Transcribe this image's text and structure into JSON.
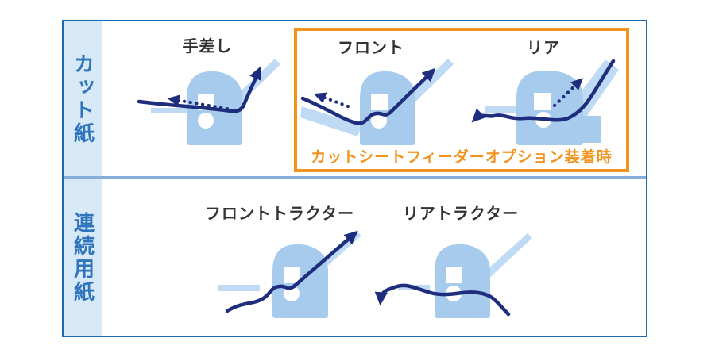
{
  "colors": {
    "frame_blue": "#1A6AB5",
    "divider_blue": "#85AED8",
    "sidebar_bg": "#D7E8F7",
    "sidebar_text": "#2E75BE",
    "accent_orange": "#F1931D",
    "printer_body": "#A6CBEC",
    "printer_tray": "#BFDAF4",
    "path_navy": "#1F2D7E",
    "label_text": "#333333",
    "background": "#FFFFFF"
  },
  "sidebar": {
    "cut_paper_label": "カット紙",
    "continuous_paper_label": "連続用紙"
  },
  "cut_paper": {
    "feeds": [
      {
        "id": "manual",
        "label": "手差し"
      },
      {
        "id": "front",
        "label": "フロント"
      },
      {
        "id": "rear",
        "label": "リア"
      }
    ],
    "option_note": "カットシートフィーダーオプション装着時"
  },
  "continuous_paper": {
    "feeds": [
      {
        "id": "front-tractor",
        "label": "フロントトラクター"
      },
      {
        "id": "rear-tractor",
        "label": "リアトラクター"
      }
    ]
  }
}
